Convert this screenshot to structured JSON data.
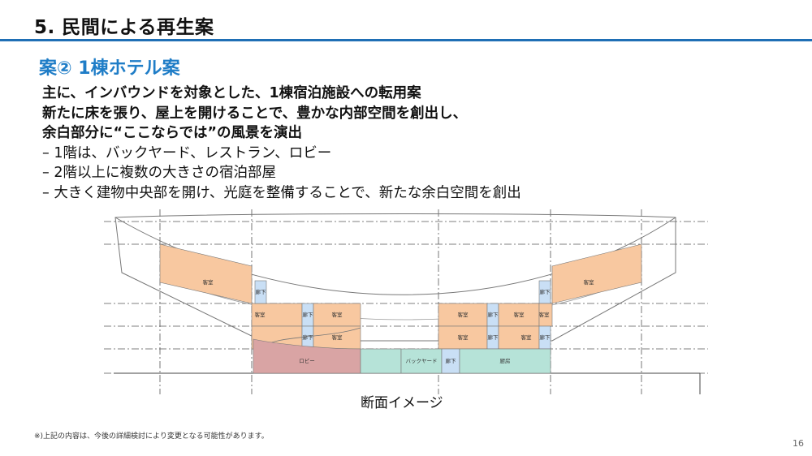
{
  "slide": {
    "title": "5. 民間による再生案",
    "section_title": "案② 1棟ホテル案",
    "page_number": "16"
  },
  "body": {
    "lines": [
      "主に、インバウンドを対象とした、1棟宿泊施設への転用案",
      "新たに床を張り、屋上を開けることで、豊かな内部空間を創出し、",
      "余白部分に“ここならでは”の風景を演出",
      "– 1階は、バックヤード、レストラン、ロビー",
      "– 2階以上に複数の大きさの宿泊部屋",
      "– 大きく建物中央部を開け、光庭を整備することで、新たな余白空間を創出"
    ]
  },
  "diagram": {
    "caption": "断面イメージ",
    "labels": {
      "guest_room": "客室",
      "corridor": "廊下",
      "lobby": "ロビー",
      "backyard": "バックヤード",
      "kitchen": "厨房"
    },
    "colors": {
      "guest_room": "#f8c8a0",
      "corridor": "#c9dff5",
      "lobby": "#d9a4a4",
      "backyard": "#b6e3d8",
      "accent": "#1f6fb5"
    }
  },
  "footnote": "※)上記の内容は、今後の詳細検討により変更となる可能性があります。"
}
